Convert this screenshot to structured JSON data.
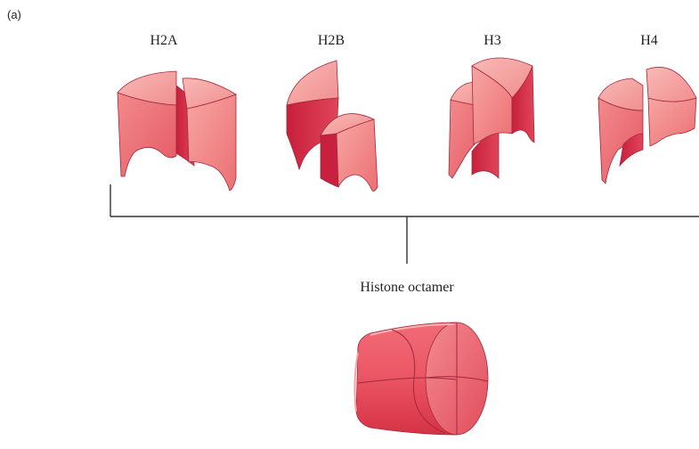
{
  "panel_label": "(a)",
  "histones": [
    {
      "label": "H2A"
    },
    {
      "label": "H2B"
    },
    {
      "label": "H3"
    },
    {
      "label": "H4"
    }
  ],
  "octamer_label": "Histone octamer",
  "colors": {
    "light_face": "#f08789",
    "mid_face": "#ea5f67",
    "dark_face": "#d92f48",
    "highlight": "#f7a8a6",
    "edge": "#a3283b",
    "line": "#333333"
  }
}
